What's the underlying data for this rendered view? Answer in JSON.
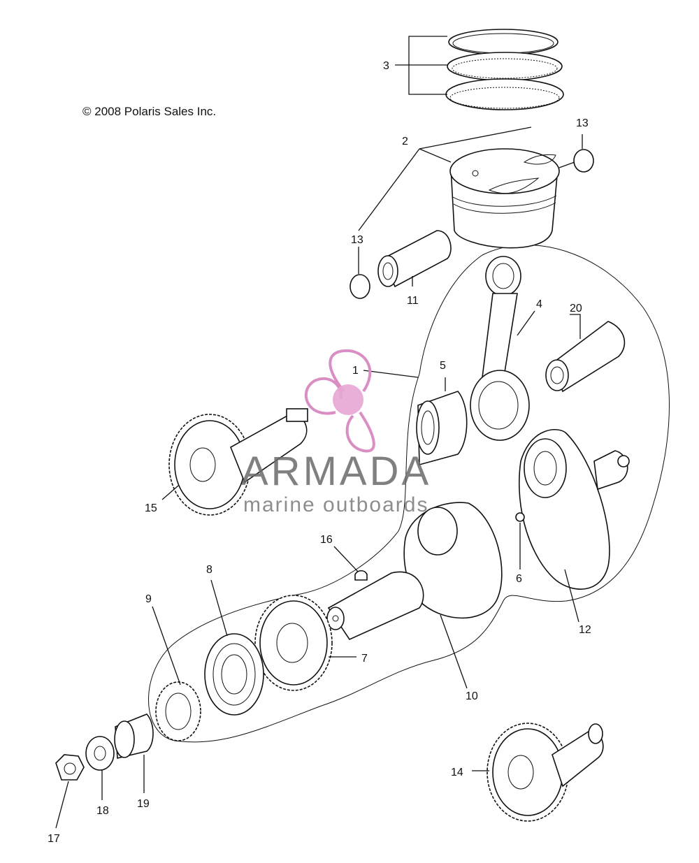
{
  "copyright": "© 2008 Polaris Sales Inc.",
  "watermark": {
    "brand": "ARMADA",
    "tagline": "marine outboards",
    "color": "#d98fc4"
  },
  "callouts": [
    "1",
    "2",
    "3",
    "4",
    "5",
    "6",
    "7",
    "8",
    "9",
    "10",
    "11",
    "12",
    "13",
    "13",
    "14",
    "15",
    "16",
    "17",
    "18",
    "19",
    "20"
  ]
}
